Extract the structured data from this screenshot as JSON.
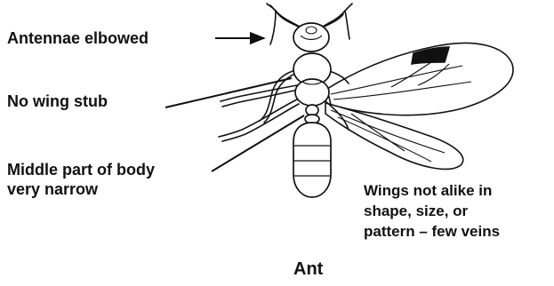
{
  "diagram": {
    "title": "Ant",
    "labels": {
      "antennae": "Antennae elbowed",
      "wing_stub": "No wing stub",
      "middle_body_line1": "Middle part of body",
      "middle_body_line2": "very narrow",
      "wings_line1": "Wings not alike in",
      "wings_line2": "shape, size, or",
      "wings_line3": "pattern – few veins"
    }
  }
}
